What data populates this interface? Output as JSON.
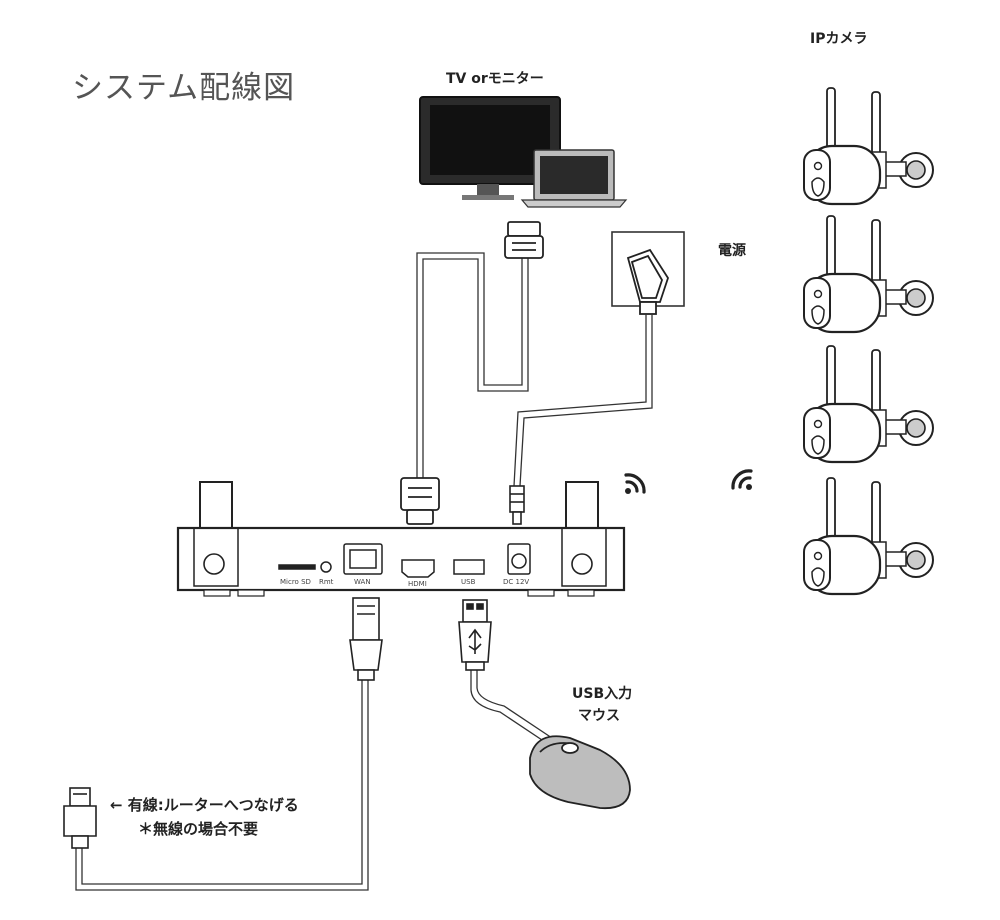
{
  "title": "システム配線図",
  "labels": {
    "monitor": "TV orモニター",
    "cameras": "IPカメラ",
    "power": "電源",
    "usb_input": "USB入力",
    "mouse": "マウス",
    "wired_note": "← 有線:ルーターへつなげる",
    "wireless_note": "＊無線の場合不要"
  },
  "ports": {
    "microsd": "Micro SD",
    "reset": "Rmt",
    "wan": "WAN",
    "hdmi": "HDMI",
    "usb": "USB",
    "dc": "DC 12V"
  }
}
